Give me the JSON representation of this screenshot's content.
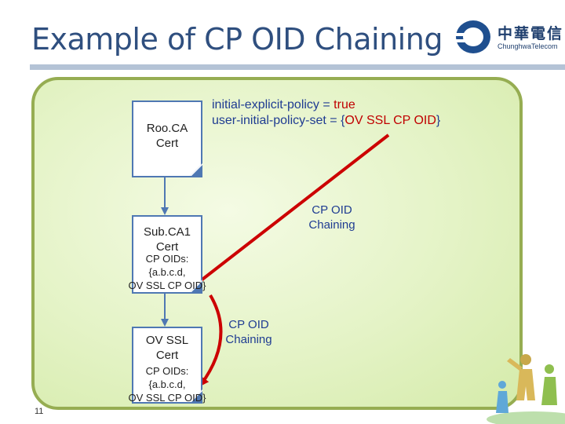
{
  "slide": {
    "title": "Example of CP OID Chaining",
    "page_number": "11"
  },
  "logo": {
    "chinese_name": "中華電信",
    "english_name": "ChunghwaTelecom"
  },
  "certs": {
    "root": {
      "name_line1": "Roo.CA",
      "name_line2": "Cert"
    },
    "sub": {
      "name_line1": "Sub.CA1",
      "name_line2": "Cert",
      "oids_line1": "CP OIDs:",
      "oids_line2": "{a.b.c.d,",
      "oids_line3": "OV SSL CP OID}"
    },
    "ov": {
      "name_line1": "OV SSL",
      "name_line2": "Cert",
      "oids_line1": "CP OIDs:",
      "oids_line2": "{a.b.c.d,",
      "oids_line3": "OV SSL CP OID}"
    }
  },
  "params": {
    "line1_prefix": "initial-explicit-policy = ",
    "line1_value": "true",
    "line2_prefix": "user-initial-policy-set = ",
    "line2_open": "{",
    "line2_value": "OV SSL CP OID",
    "line2_close": "}"
  },
  "chain_labels": {
    "upper_line1": "CP OID",
    "upper_line2": "Chaining",
    "lower_line1": "CP OID",
    "lower_line2": "Chaining"
  },
  "colors": {
    "title": "#2f4f7f",
    "cert_border": "#4f78b3",
    "arrow_red": "#cc0000",
    "text_blue": "#1f3c92",
    "box_border": "#96ad52"
  }
}
